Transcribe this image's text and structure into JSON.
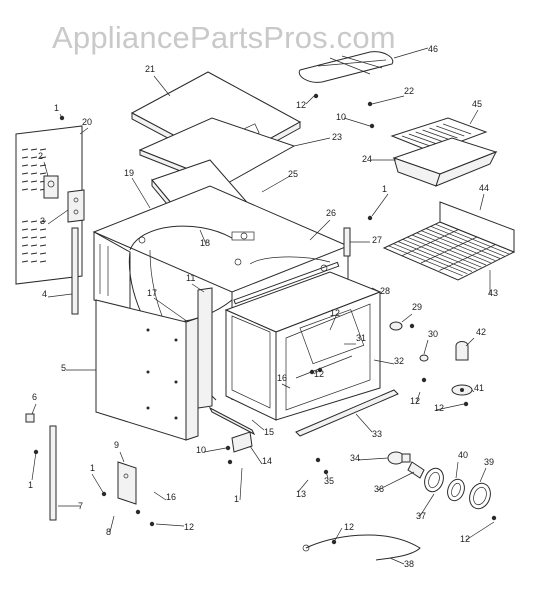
{
  "watermark": "AppliancePartsPros.com",
  "callouts": [
    {
      "id": "c1a",
      "text": "1"
    },
    {
      "id": "c20",
      "text": "20"
    },
    {
      "id": "c21",
      "text": "21"
    },
    {
      "id": "c46",
      "text": "46"
    },
    {
      "id": "c12a",
      "text": "12"
    },
    {
      "id": "c22",
      "text": "22"
    },
    {
      "id": "c10a",
      "text": "10"
    },
    {
      "id": "c45",
      "text": "45"
    },
    {
      "id": "c23",
      "text": "23"
    },
    {
      "id": "c24",
      "text": "24"
    },
    {
      "id": "c2",
      "text": "2"
    },
    {
      "id": "c19",
      "text": "19"
    },
    {
      "id": "c25",
      "text": "25"
    },
    {
      "id": "c3",
      "text": "3"
    },
    {
      "id": "c1b",
      "text": "1"
    },
    {
      "id": "c44",
      "text": "44"
    },
    {
      "id": "c26",
      "text": "26"
    },
    {
      "id": "c27",
      "text": "27"
    },
    {
      "id": "c18",
      "text": "18"
    },
    {
      "id": "c11",
      "text": "11"
    },
    {
      "id": "c4",
      "text": "4"
    },
    {
      "id": "c17",
      "text": "17"
    },
    {
      "id": "c28",
      "text": "28"
    },
    {
      "id": "c43",
      "text": "43"
    },
    {
      "id": "c29",
      "text": "29"
    },
    {
      "id": "c12b",
      "text": "12"
    },
    {
      "id": "c30",
      "text": "30"
    },
    {
      "id": "c42",
      "text": "42"
    },
    {
      "id": "c31",
      "text": "31"
    },
    {
      "id": "c5",
      "text": "5"
    },
    {
      "id": "c32",
      "text": "32"
    },
    {
      "id": "c12c",
      "text": "12"
    },
    {
      "id": "c16a",
      "text": "16"
    },
    {
      "id": "c41",
      "text": "41"
    },
    {
      "id": "c12d",
      "text": "12"
    },
    {
      "id": "c12e",
      "text": "12"
    },
    {
      "id": "c6",
      "text": "6"
    },
    {
      "id": "c15",
      "text": "15"
    },
    {
      "id": "c33",
      "text": "33"
    },
    {
      "id": "c10b",
      "text": "10"
    },
    {
      "id": "c14",
      "text": "14"
    },
    {
      "id": "c9",
      "text": "9"
    },
    {
      "id": "c34",
      "text": "34"
    },
    {
      "id": "c40",
      "text": "40"
    },
    {
      "id": "c39",
      "text": "39"
    },
    {
      "id": "c1c",
      "text": "1"
    },
    {
      "id": "c1d",
      "text": "1"
    },
    {
      "id": "c1e",
      "text": "1"
    },
    {
      "id": "c36",
      "text": "36"
    },
    {
      "id": "c13",
      "text": "13"
    },
    {
      "id": "c35",
      "text": "35"
    },
    {
      "id": "c16b",
      "text": "16"
    },
    {
      "id": "c7",
      "text": "7"
    },
    {
      "id": "c37",
      "text": "37"
    },
    {
      "id": "c8",
      "text": "8"
    },
    {
      "id": "c12f",
      "text": "12"
    },
    {
      "id": "c12g",
      "text": "12"
    },
    {
      "id": "c12h",
      "text": "12"
    },
    {
      "id": "c38",
      "text": "38"
    }
  ]
}
